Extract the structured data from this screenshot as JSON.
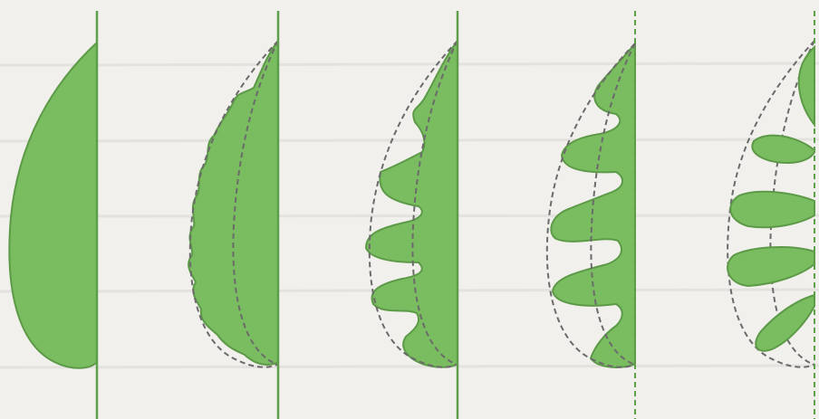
{
  "figure": {
    "stages": [
      {
        "id": "stage-1",
        "description": ""
      },
      {
        "id": "stage-2",
        "description": ""
      },
      {
        "id": "stage-3",
        "description": ""
      },
      {
        "id": "stage-4",
        "description": ""
      },
      {
        "id": "stage-5",
        "description": ""
      }
    ]
  },
  "colors": {
    "background": "#f1f0ec",
    "paper_line": "#e4e3df",
    "leaf_fill": "#7abc60",
    "leaf_stroke": "#5d9a48",
    "midrib": "#5e9f4a",
    "outline_dash": "#6b6b6b"
  }
}
